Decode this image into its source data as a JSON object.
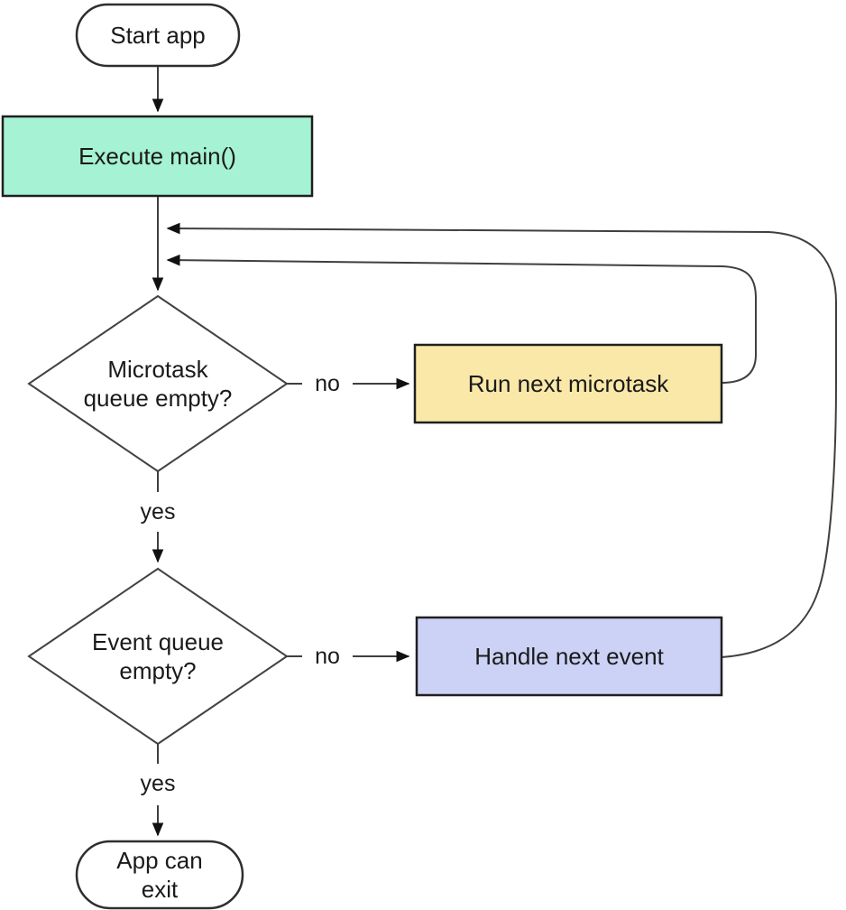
{
  "palette": {
    "background": "#ffffff",
    "connector": "#3f3f3f",
    "arrowhead": "#111111",
    "text": "#1a1a1a",
    "mint": "#a5f2d4",
    "yellow": "#fae8a8",
    "lavender": "#ccd2f6",
    "white": "#ffffff"
  },
  "flowchart": {
    "nodes": {
      "start": {
        "shape": "stadium",
        "label": "Start app",
        "fill": "#ffffff"
      },
      "execute_main": {
        "shape": "process",
        "label": "Execute main()",
        "fill": "#a5f2d4"
      },
      "microtask_empty": {
        "shape": "decision",
        "label": "Microtask\nqueue empty?",
        "fill": "#ffffff"
      },
      "run_microtask": {
        "shape": "process",
        "label": "Run next microtask",
        "fill": "#fae8a8"
      },
      "event_empty": {
        "shape": "decision",
        "label": "Event queue\nempty?",
        "fill": "#ffffff"
      },
      "handle_event": {
        "shape": "process",
        "label": "Handle next event",
        "fill": "#ccd2f6"
      },
      "app_exit": {
        "shape": "stadium",
        "label": "App can\nexit",
        "fill": "#ffffff"
      }
    },
    "edge_labels": {
      "microtask_no": "no",
      "microtask_yes": "yes",
      "event_no": "no",
      "event_yes": "yes"
    },
    "edges": [
      {
        "from": "start",
        "to": "execute_main",
        "label": ""
      },
      {
        "from": "execute_main",
        "to": "microtask_empty",
        "label": ""
      },
      {
        "from": "microtask_empty",
        "to": "run_microtask",
        "label": "no"
      },
      {
        "from": "run_microtask",
        "to": "microtask_empty",
        "label": ""
      },
      {
        "from": "microtask_empty",
        "to": "event_empty",
        "label": "yes"
      },
      {
        "from": "event_empty",
        "to": "handle_event",
        "label": "no"
      },
      {
        "from": "handle_event",
        "to": "microtask_empty",
        "label": ""
      },
      {
        "from": "event_empty",
        "to": "app_exit",
        "label": "yes"
      }
    ]
  }
}
